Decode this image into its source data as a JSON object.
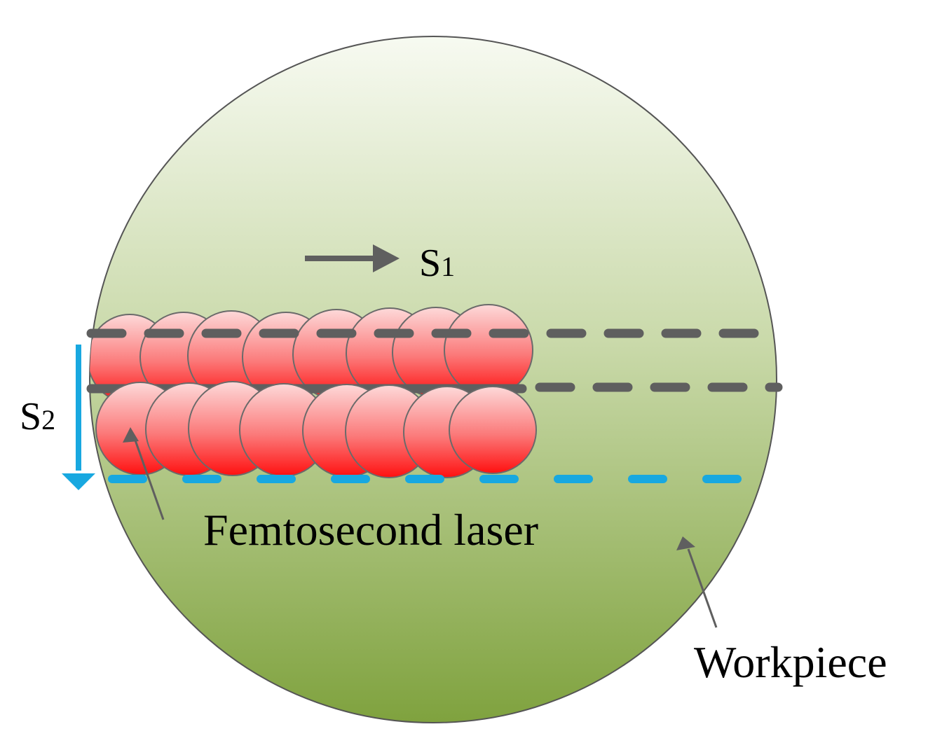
{
  "labels": {
    "s1_main": "S",
    "s1_sub": "1",
    "s2_main": "S",
    "s2_sub": "2",
    "laser": "Femtosecond laser",
    "workpiece": "Workpiece"
  },
  "colors": {
    "workpiece_top": "#f7faf1",
    "workpiece_bottom": "#7fa23e",
    "sphere_top": "#fdd9d9",
    "sphere_bottom": "#ff1010",
    "scan_line_gray": "#5f5f5f",
    "scan_line_blue": "#18a8e0",
    "arrow_gray": "#5f5f5f"
  },
  "icons": {
    "s1_arrow": "right-arrow-icon",
    "s2_arrow": "down-arrow-icon",
    "laser_pointer": "pointer-arrow-icon",
    "workpiece_pointer": "pointer-arrow-icon"
  },
  "rows": {
    "upper_spot_count": 8,
    "lower_spot_count": 8
  }
}
